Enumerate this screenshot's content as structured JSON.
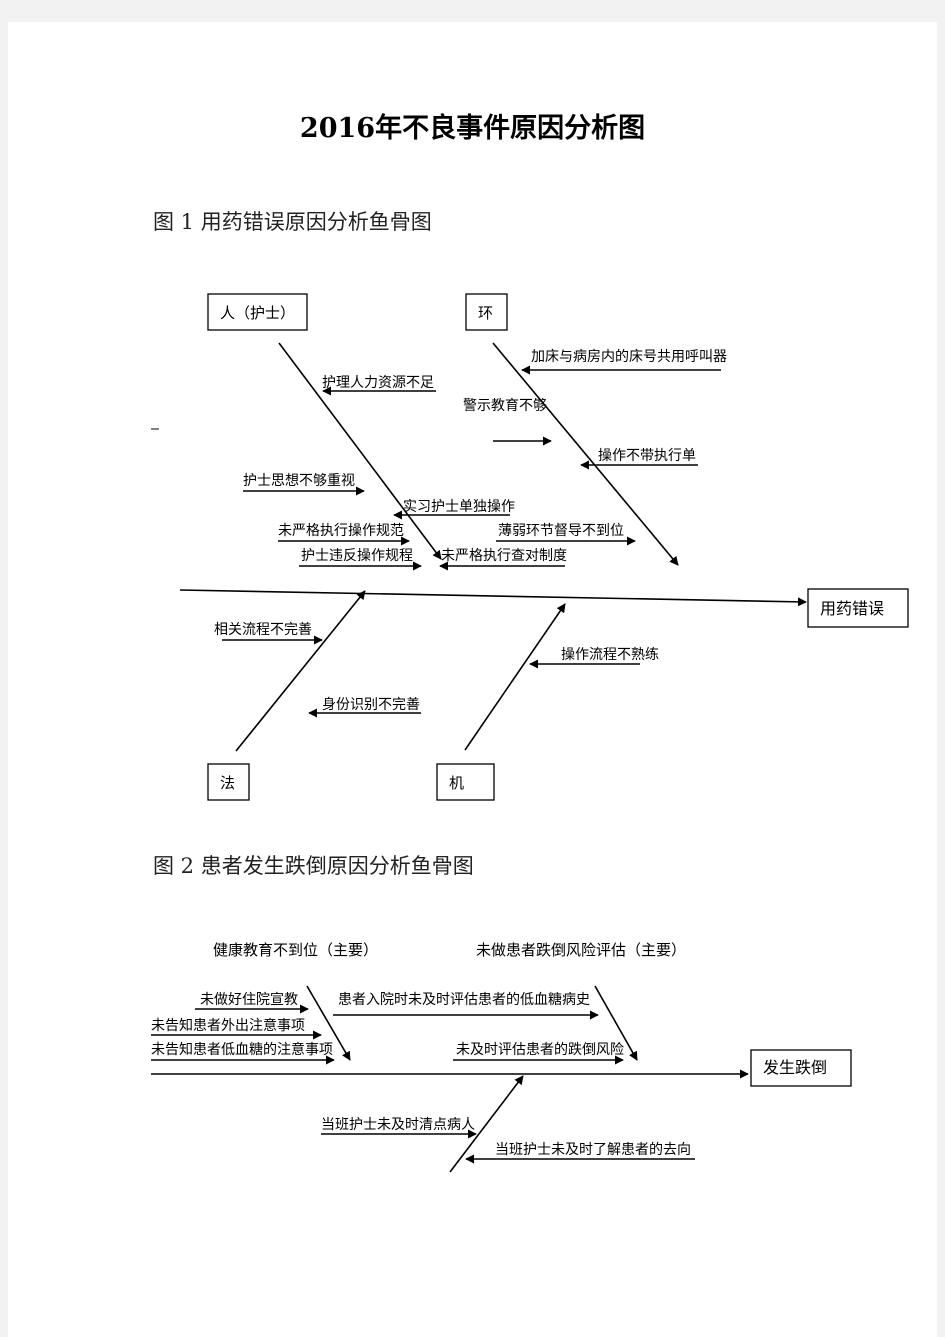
{
  "title": "2016年不良事件原因分析图",
  "figure1": {
    "caption": "图 1  用药错误原因分析鱼骨图",
    "effect": "用药错误",
    "categories": {
      "ren": "人（护士）",
      "huan": "环",
      "fa": "法",
      "ji": "机"
    },
    "causes": {
      "c1": "加床与病房内的床号共用呼叫器",
      "c2": "护理人力资源不足",
      "c3": "警示教育不够",
      "c4": "操作不带执行单",
      "c5": "护士思想不够重视",
      "c6": "实习护士单独操作",
      "c7": "未严格执行操作规范",
      "c8": "薄弱环节督导不到位",
      "c9": "护士违反操作规程",
      "c10": "未严格执行查对制度",
      "c11": "相关流程不完善",
      "c12": "操作流程不熟练",
      "c13": "身份识别不完善"
    }
  },
  "figure2": {
    "caption": "图 2  患者发生跌倒原因分析鱼骨图",
    "effect": "发生跌倒",
    "categories": {
      "edu": "健康教育不到位（主要）",
      "risk": "未做患者跌倒风险评估（主要）"
    },
    "causes": {
      "d1": "未做好住院宣教",
      "d2": "患者入院时未及时评估患者的低血糖病史",
      "d3": "未告知患者外出注意事项",
      "d4": "未告知患者低血糖的注意事项",
      "d5": "未及时评估患者的跌倒风险",
      "d6": "当班护士未及时清点病人",
      "d7": "当班护士未及时了解患者的去向"
    }
  }
}
